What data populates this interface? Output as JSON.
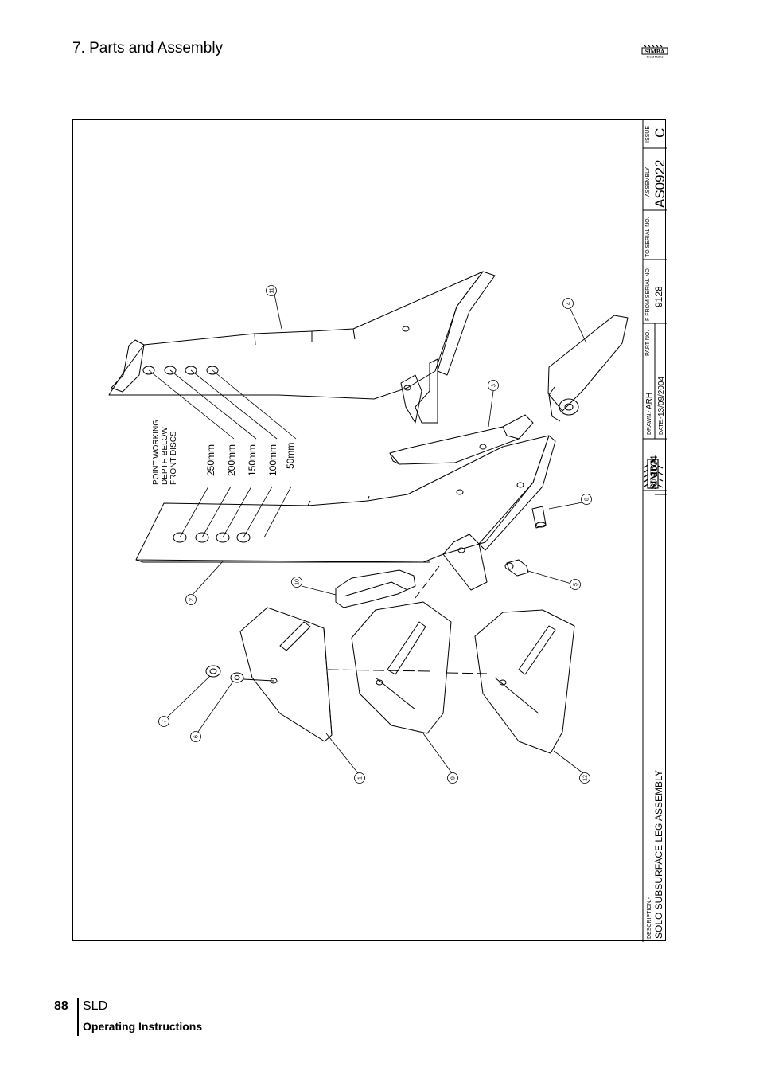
{
  "header": {
    "section_title": "7. Parts and Assembly",
    "brand_logo_text": "SIMBA",
    "brand_logo_subtext": "Great Plains"
  },
  "drawing": {
    "depth_note": [
      "POINT WORKING",
      "DEPTH BELOW",
      "FRONT DISCS"
    ],
    "depth_labels": [
      "250mm",
      "200mm",
      "150mm",
      "100mm",
      "50mm"
    ],
    "callouts": [
      "1",
      "2",
      "3",
      "4",
      "5",
      "6",
      "7",
      "8",
      "9",
      "10",
      "11",
      "12"
    ]
  },
  "title_block": {
    "description_label": "DESCRIPTION:-",
    "description": "SOLO SUBSURFACE LEG ASSEMBLY",
    "logo_text": "SIMBA",
    "copyright": "© 2004",
    "drawn_label": "DRAWN:-",
    "drawn_by": "ARH",
    "date_label": "DATE:-",
    "date": "13/09/2004",
    "part_no_label": "PART NO.",
    "from_serial_label": "F FROM SERIAL NO.",
    "from_serial": "9128",
    "to_serial_label": "TO SERIAL NO.",
    "assembly_label": "ASSEMBLY",
    "assembly": "AS0922",
    "issue_label": "ISSUE",
    "issue": "C"
  },
  "footer": {
    "page_number": "88",
    "model": "SLD",
    "subtitle": "Operating Instructions"
  }
}
